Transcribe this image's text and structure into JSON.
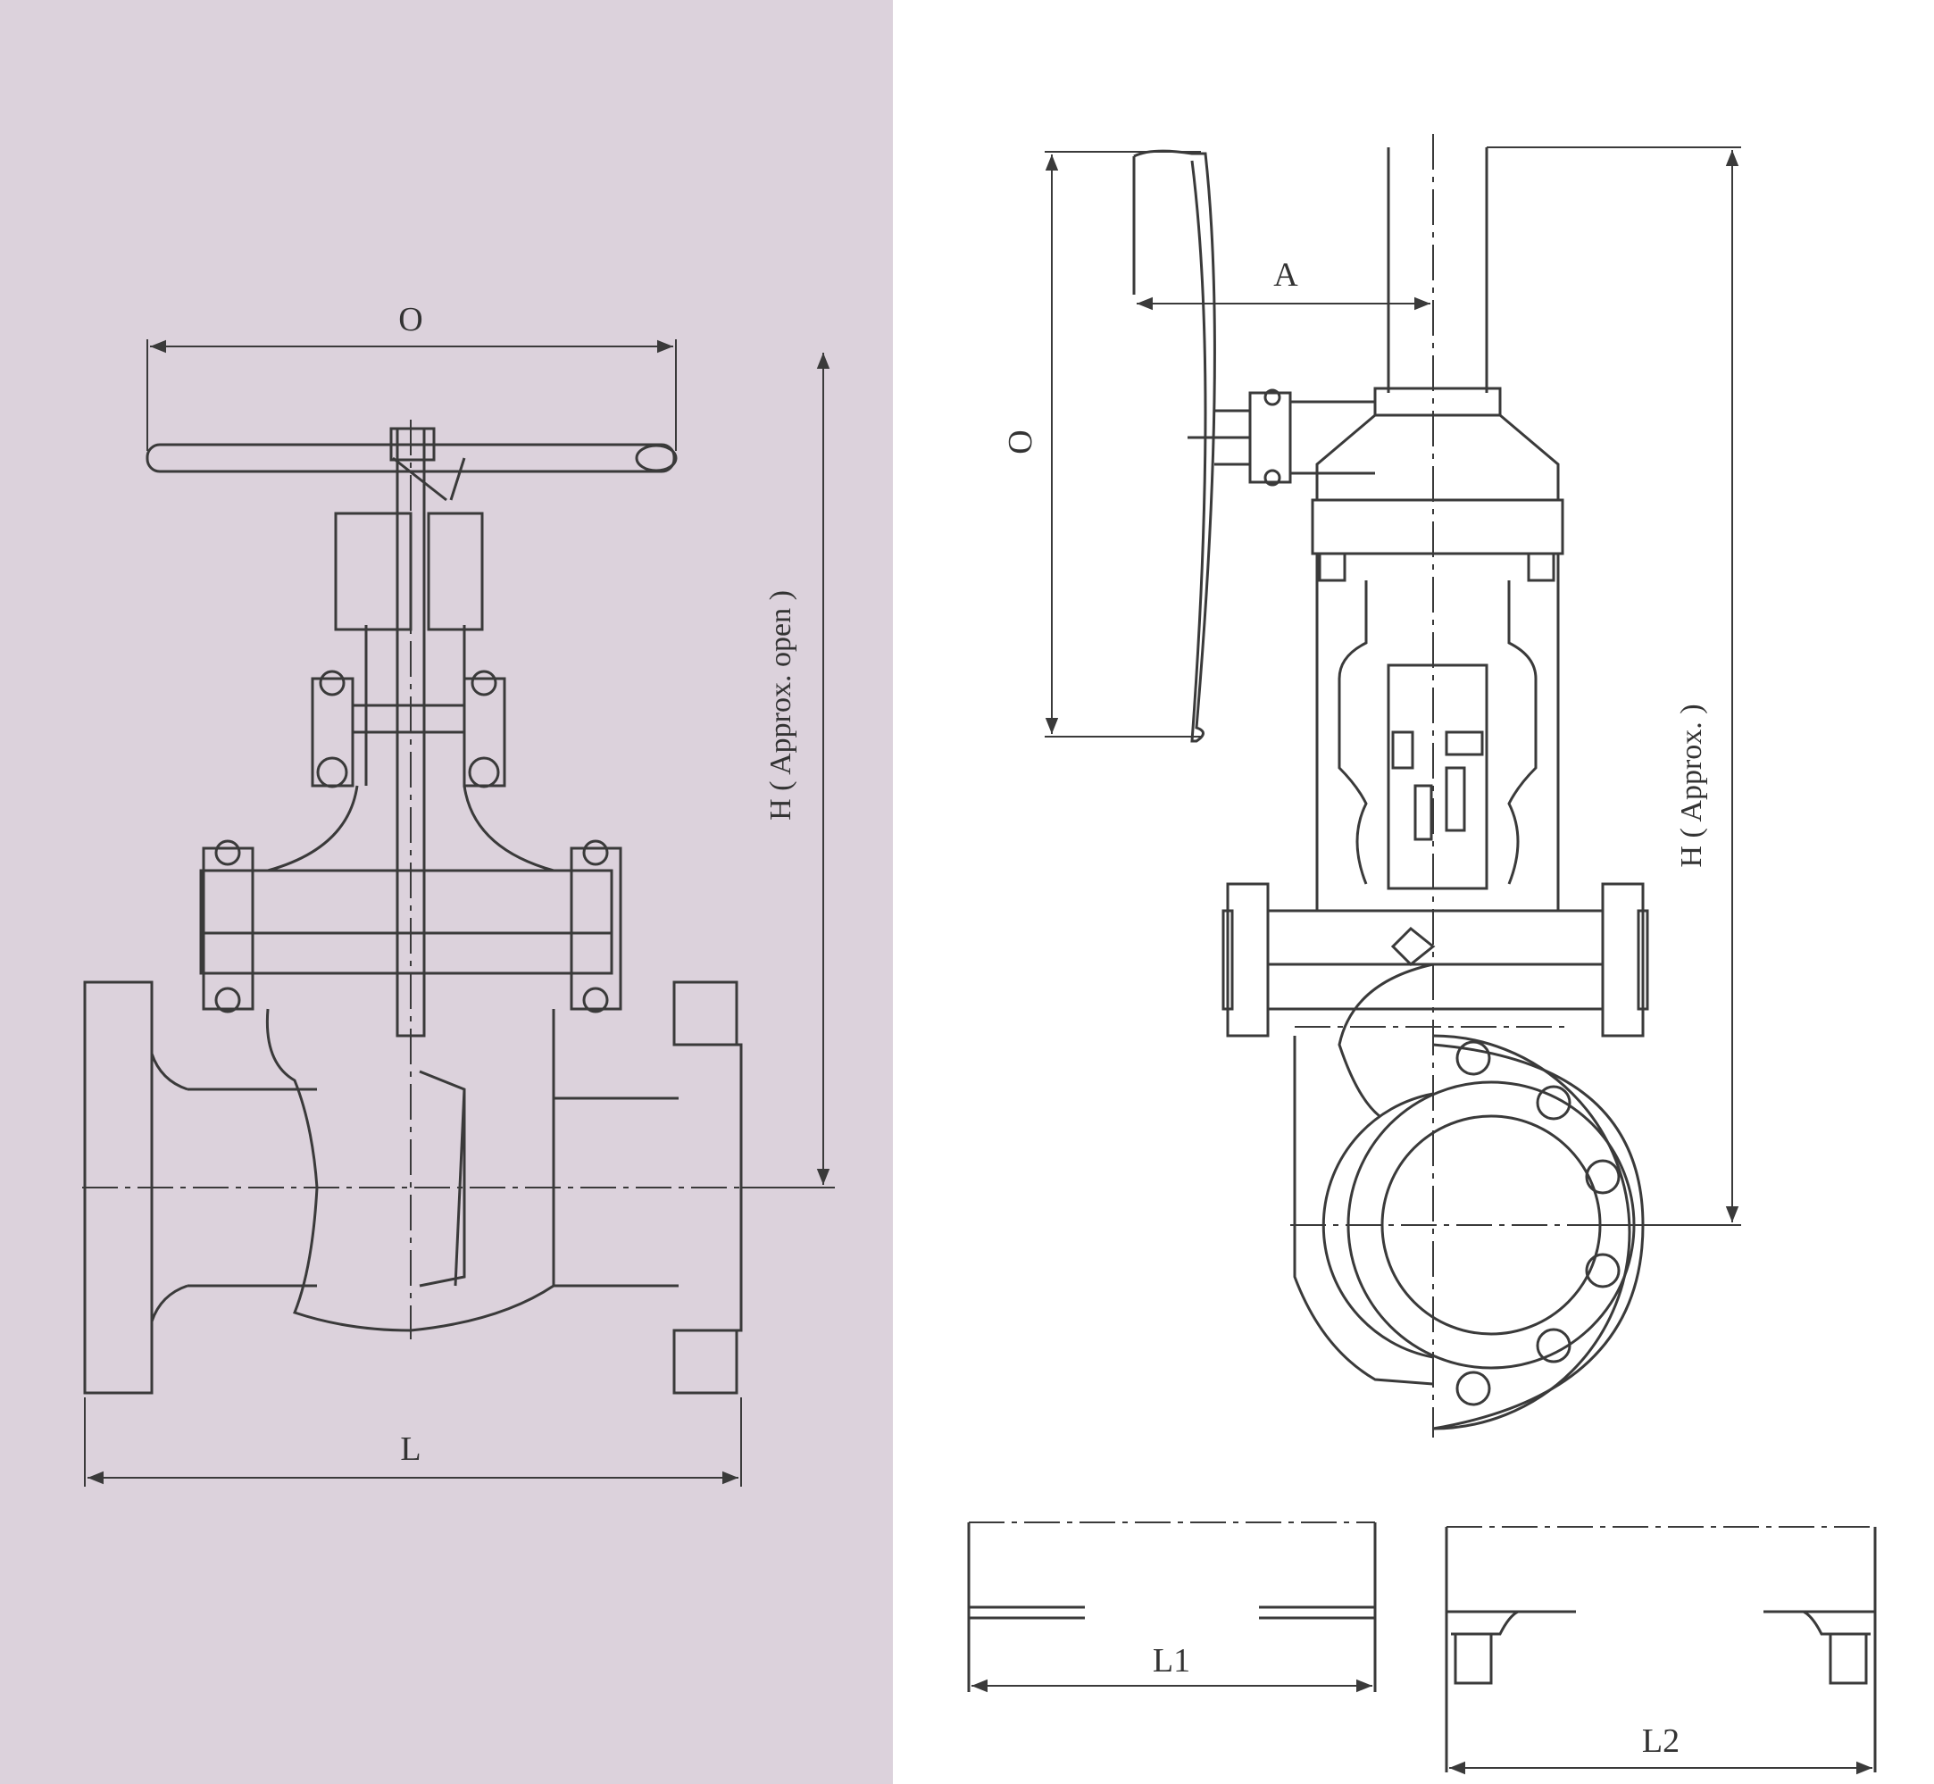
{
  "colors": {
    "left_panel_background": "#dcd2dc",
    "right_background": "#ffffff",
    "line": "#3a3a3a"
  },
  "labels": {
    "handwheel_diameter_left": "O",
    "length_left": "L",
    "height_left": "H ( Approx. open )",
    "offset_right": "A",
    "handwheel_diameter_right": "O",
    "height_right": "H ( Approx. )",
    "length_l1": "L1",
    "length_l2": "L2"
  }
}
